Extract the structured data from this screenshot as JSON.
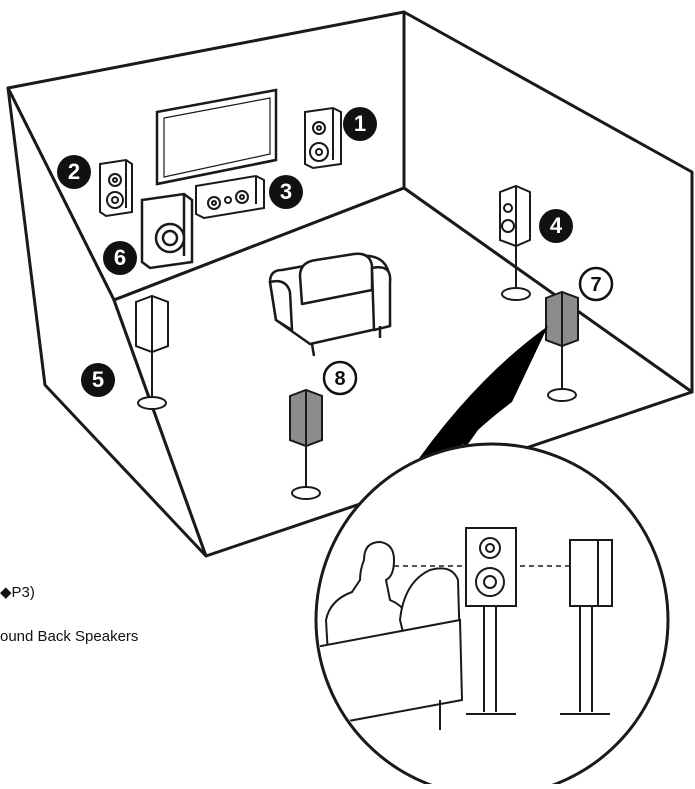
{
  "captions": {
    "line1": "◆P3)",
    "line2": "ound Back Speakers"
  },
  "markers": {
    "m1": "1",
    "m2": "2",
    "m3": "3",
    "m4": "4",
    "m5": "5",
    "m6": "6",
    "m7": "7",
    "m8": "8"
  },
  "colors": {
    "line": "#1a1a1a",
    "fill": "#ffffff",
    "shade": "#888888",
    "badge": "#111111"
  }
}
